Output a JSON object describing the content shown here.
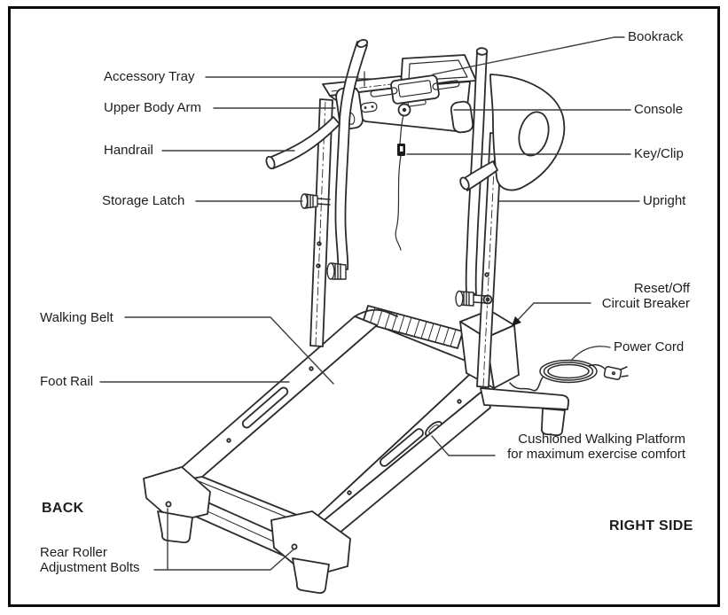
{
  "colors": {
    "ink": "#2b2b2b",
    "leader": "#3d3d3d",
    "paper": "#ffffff",
    "frame": "#0a0a0a"
  },
  "callouts": {
    "accessory_tray": "Accessory Tray",
    "upper_body_arm": "Upper Body Arm",
    "handrail": "Handrail",
    "storage_latch": "Storage Latch",
    "walking_belt": "Walking Belt",
    "foot_rail": "Foot Rail",
    "rear_roller_line1": "Rear Roller",
    "rear_roller_line2": "Adjustment Bolts",
    "bookrack": "Bookrack",
    "console": "Console",
    "key_clip": "Key/Clip",
    "upright": "Upright",
    "reset_line1": "Reset/Off",
    "reset_line2": "Circuit Breaker",
    "power_cord": "Power Cord",
    "cushioned_line1": "Cushioned Walking Platform",
    "cushioned_line2": "for maximum exercise comfort"
  },
  "view_labels": {
    "back": "BACK",
    "right_side": "RIGHT SIDE"
  }
}
